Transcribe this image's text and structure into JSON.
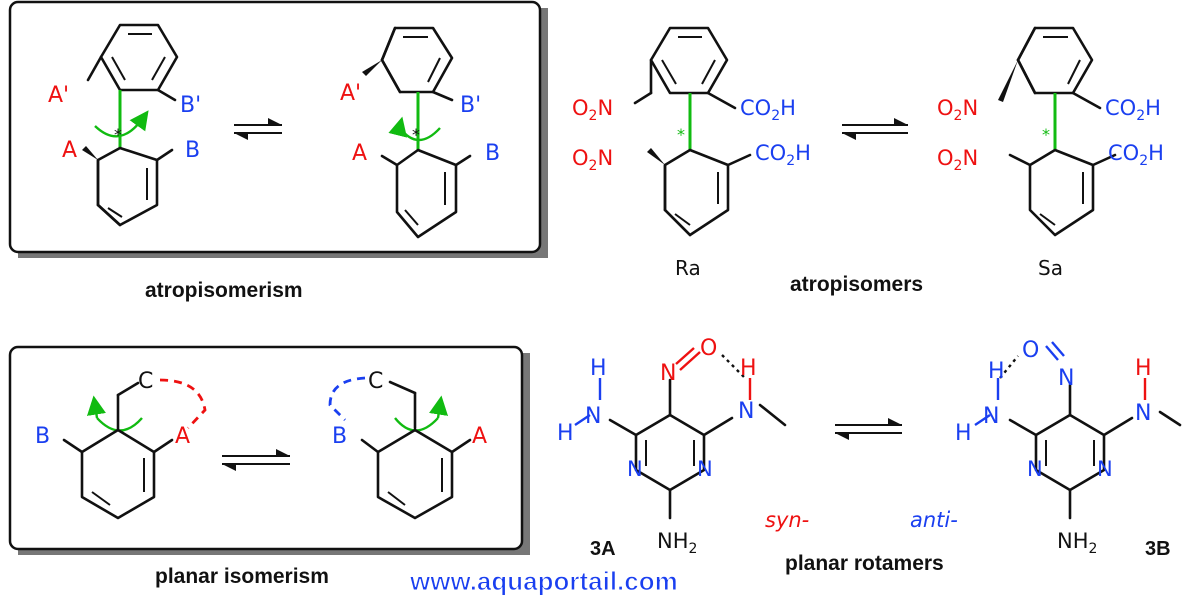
{
  "colors": {
    "red": "#ee1111",
    "blue": "#1a3ff0",
    "green": "#11bb11",
    "black": "#111111"
  },
  "labels": {
    "a_prime": "A'",
    "b_prime": "B'",
    "a": "A",
    "b": "B",
    "c": "C",
    "star": "*",
    "o2n": "O",
    "o2n_sub": "2",
    "o2n_n": "N",
    "co2h_c": "CO",
    "co2h_sub": "2",
    "co2h_h": "H",
    "h": "H",
    "n": "N",
    "o": "O",
    "nh2_nh": "NH",
    "nh2_sub": "2"
  },
  "captions": {
    "atropisomerism": "atropisomerism",
    "atropisomers": "atropisomers",
    "ra": "Ra",
    "sa": "Sa",
    "planar_isomerism": "planar isomerism",
    "planar_rotamers": "planar rotamers",
    "syn": "syn-",
    "anti": "anti-",
    "compound_3a": "3A",
    "compound_3b": "3B",
    "website": "www.aquaportail.com"
  }
}
